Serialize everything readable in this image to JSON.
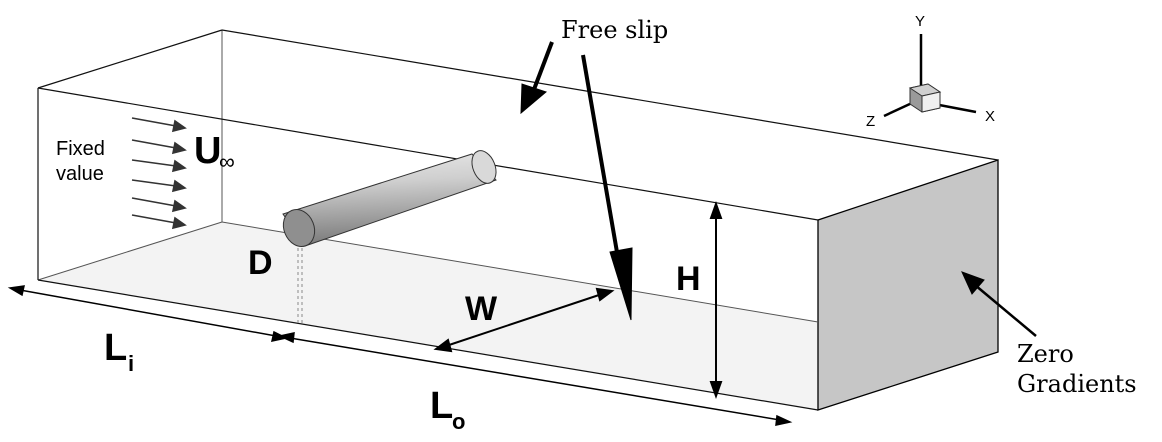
{
  "labels": {
    "free_slip": "Free slip",
    "fixed_value_line1": "Fixed",
    "fixed_value_line2": "value",
    "u_main": "U",
    "u_sub": "∞",
    "diameter": "D",
    "height": "H",
    "width": "W",
    "l_in_main": "L",
    "l_in_sub": "i",
    "l_out_main": "L",
    "l_out_sub": "o",
    "zero_line1": "Zero",
    "zero_line2": "Gradients"
  },
  "axes": {
    "y": "Y",
    "x": "X",
    "z": "Z"
  },
  "colors": {
    "outline": "#000000",
    "outlet_face": "#c8c8c8",
    "floor": "#f2f2f2",
    "cylinder": "#a0a0a0"
  }
}
